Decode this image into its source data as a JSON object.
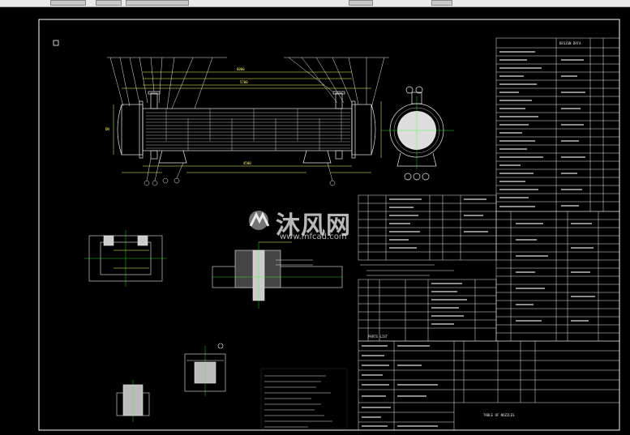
{
  "watermark": {
    "brand_cn": "沐风网",
    "url": "www.mfcad.com",
    "logo": "mf-logo-icon"
  },
  "drawing": {
    "right_header_title": "DESIGN DATA",
    "table_caption": "TABLE OF NOZZLES",
    "parts_caption": "PARTS LIST",
    "colors": {
      "background": "#000000",
      "frame": "#ffffff",
      "dims": "#ffff66",
      "lines": "#e8e8e8",
      "annot": "#33ff33"
    }
  }
}
